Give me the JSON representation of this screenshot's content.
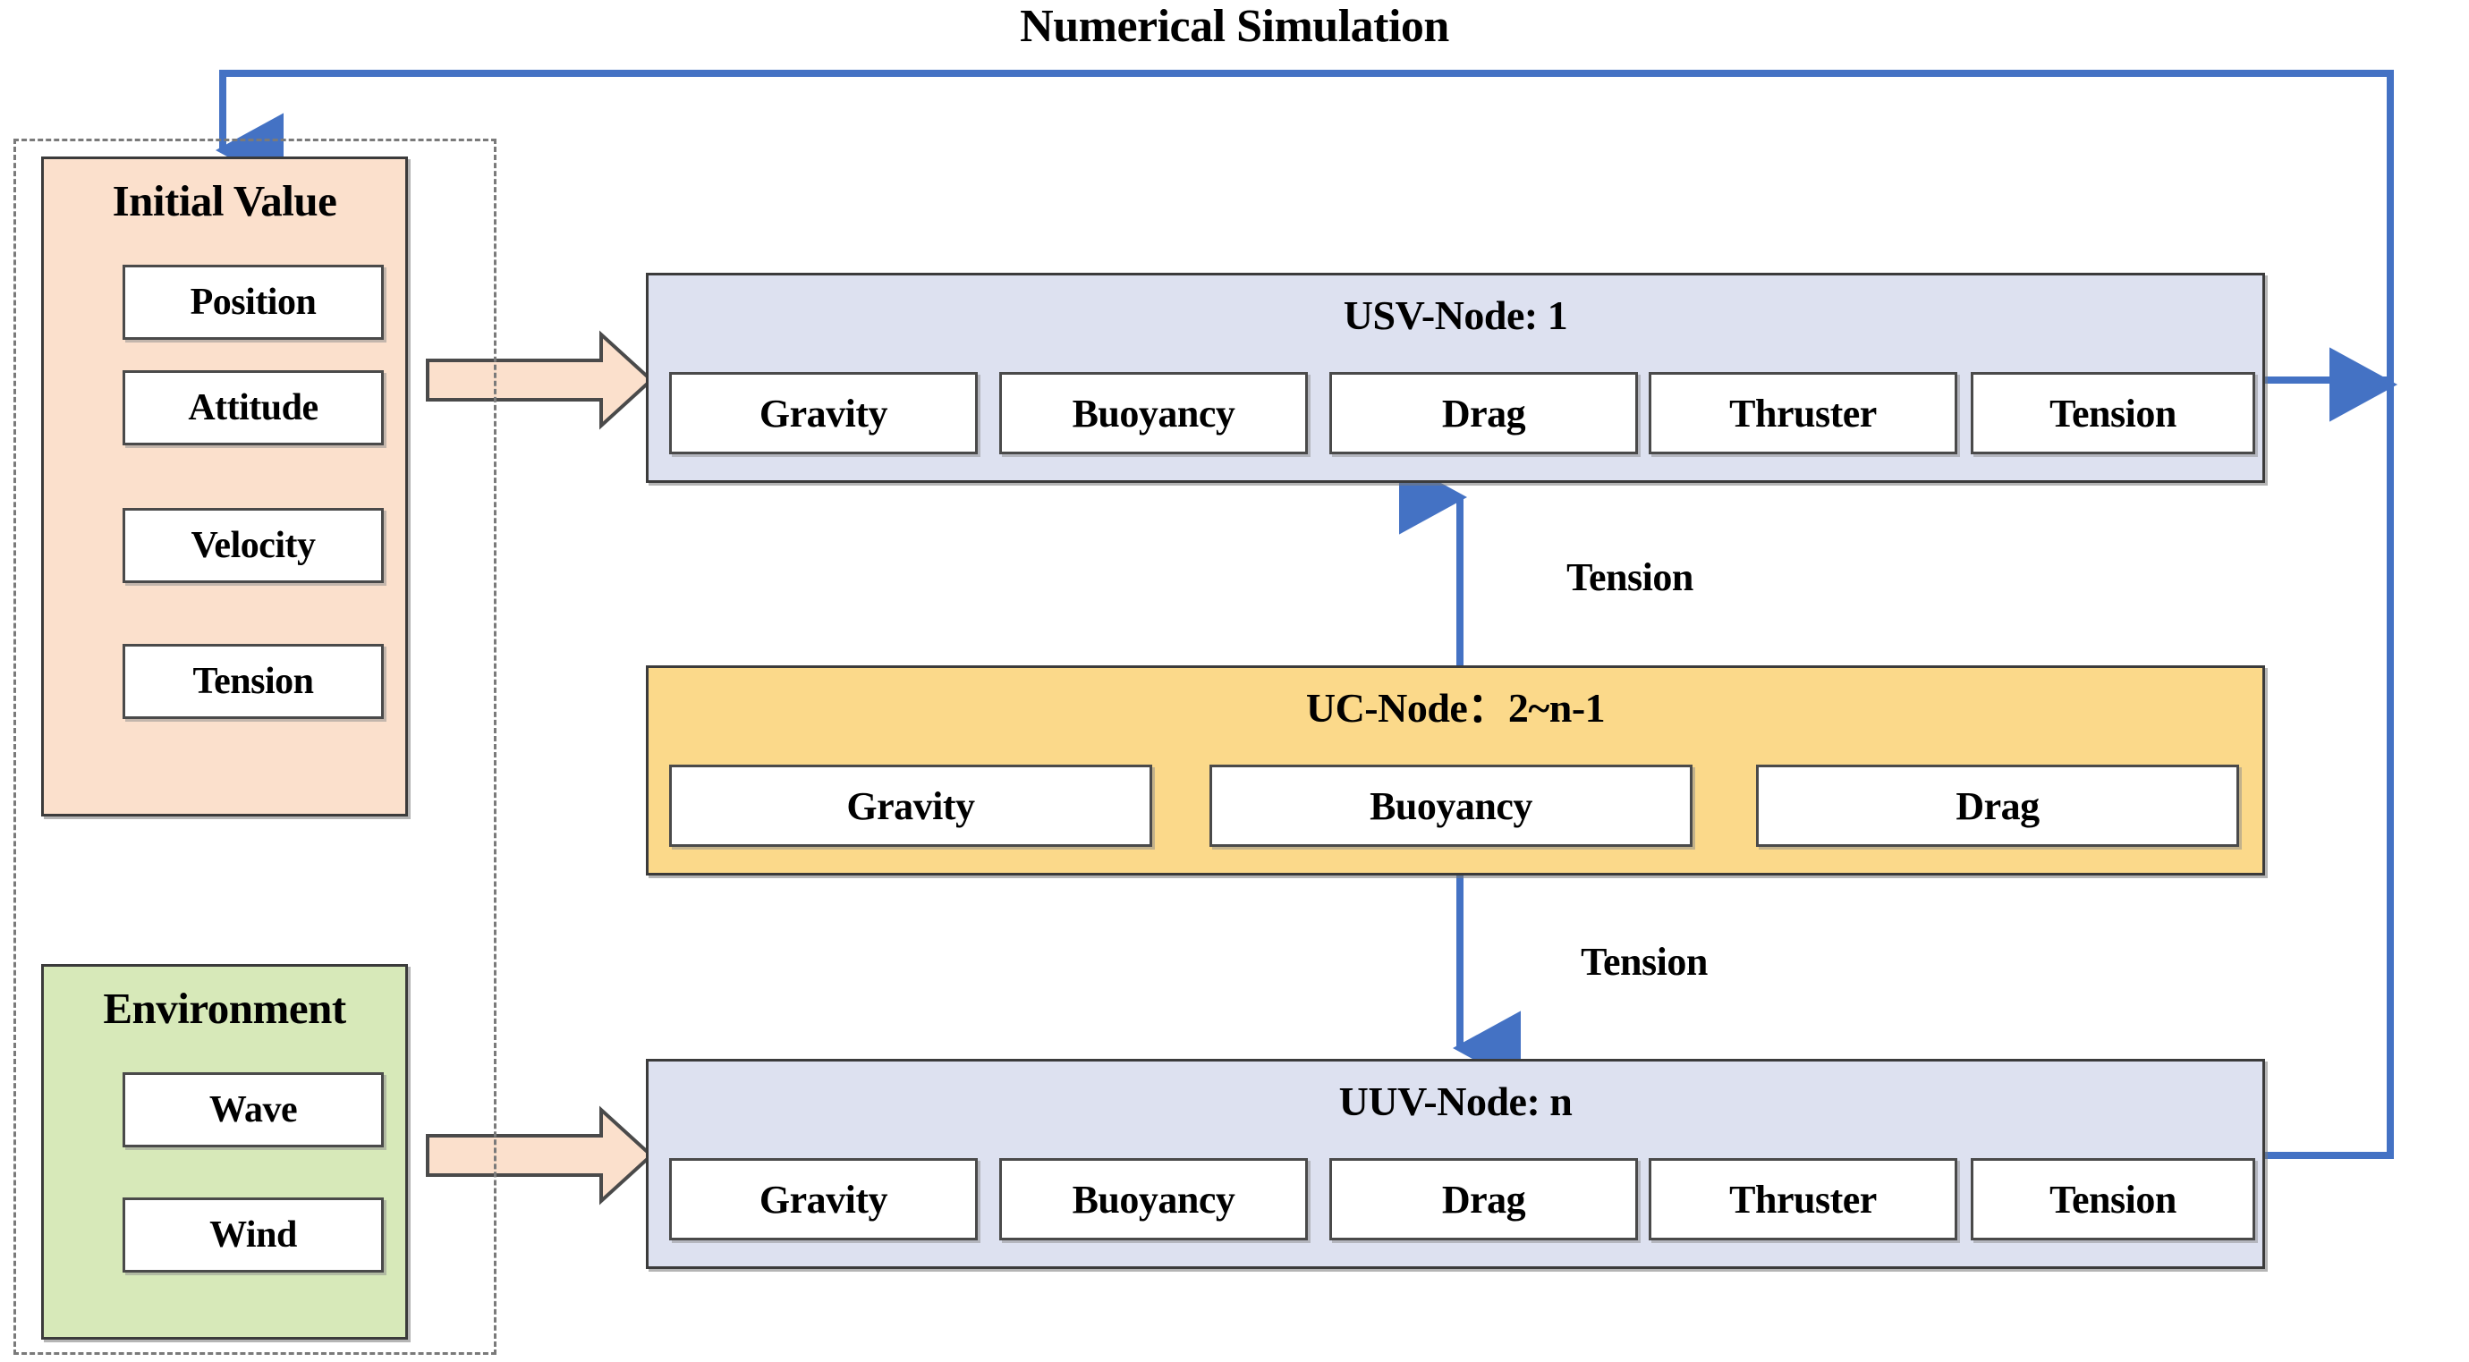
{
  "diagram": {
    "title": "Numerical Simulation",
    "accent_blue": "#4472c4",
    "panel_peach": "#fbe0cc",
    "panel_green": "#d7e9b9",
    "node_blue": "#dde1f0",
    "node_yellow": "#fbd98a",
    "border_gray": "#3b3b3b"
  },
  "input_group": {
    "initial_value": {
      "title": "Initial Value",
      "items": [
        "Position",
        "Attitude",
        "Velocity",
        "Tension"
      ]
    },
    "environment": {
      "title": "Environment",
      "items": [
        "Wave",
        "Wind"
      ]
    }
  },
  "nodes": [
    {
      "id": "usv",
      "title": "USV-Node: 1",
      "forces": [
        "Gravity",
        "Buoyancy",
        "Drag",
        "Thruster",
        "Tension"
      ]
    },
    {
      "id": "uc",
      "title": "UC-Node：2~n-1",
      "forces": [
        "Gravity",
        "Buoyancy",
        "Drag"
      ]
    },
    {
      "id": "uuv",
      "title": "UUV-Node: n",
      "forces": [
        "Gravity",
        "Buoyancy",
        "Drag",
        "Thruster",
        "Tension"
      ]
    }
  ],
  "connectors": {
    "tension_upper": "Tension",
    "tension_lower": "Tension",
    "feed_initial": "block-arrow-right",
    "feed_environment": "block-arrow-right"
  }
}
